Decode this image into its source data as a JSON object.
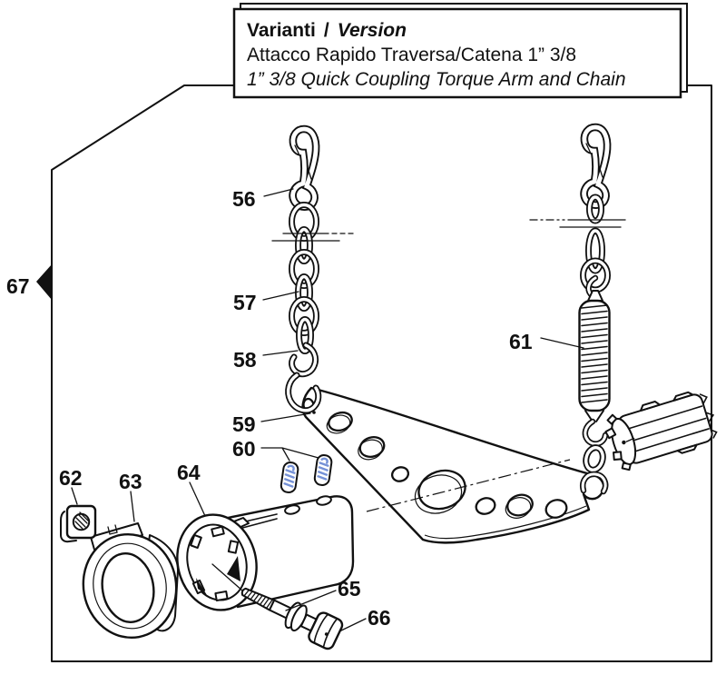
{
  "title_block": {
    "variant_it": "Varianti",
    "separator": "/",
    "variant_en": "Version",
    "subtitle_it": "Attacco Rapido Traversa/Catena 1” 3/8",
    "subtitle_en": "1” 3/8 Quick Coupling Torque Arm and Chain"
  },
  "callouts": {
    "n56": "56",
    "n57": "57",
    "n58": "58",
    "n59": "59",
    "n60": "60",
    "n61": "61",
    "n62": "62",
    "n63": "63",
    "n64": "64",
    "n65": "65",
    "n66": "66",
    "n67": "67"
  },
  "colors": {
    "line_color": "#111111",
    "spring_accent_blue": "#7591d6",
    "background": "#ffffff"
  }
}
